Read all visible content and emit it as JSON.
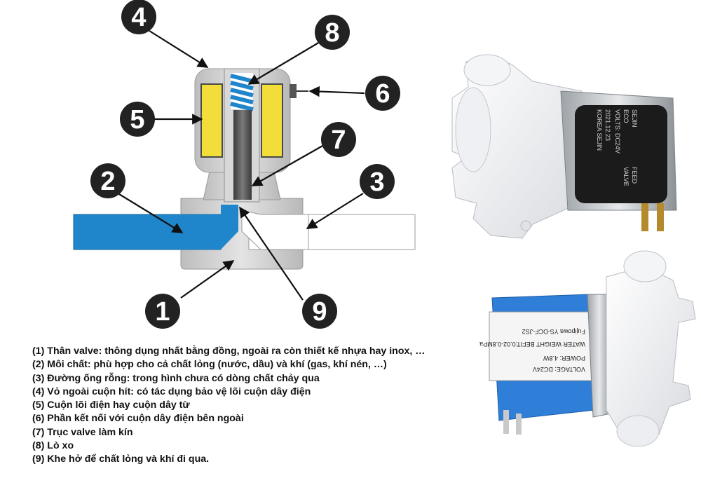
{
  "callouts": [
    "1",
    "2",
    "3",
    "4",
    "5",
    "6",
    "7",
    "8",
    "9"
  ],
  "legend": [
    "(1) Thân valve: thông dụng nhất bằng đồng, ngoài ra còn thiết kế nhựa hay inox, …",
    "(2) Môi chất: phù hợp cho cả chất lỏng (nước, dầu) và khí (gas, khí nén, …)",
    "(3) Đường ống rỗng: trong hình chưa có dòng chất chảy qua",
    "(4) Vỏ ngoài cuộn hít: có tác dụng bảo vệ lõi cuộn dây điện",
    "(5) Cuộn lõi điện hay cuộn dây từ",
    "(6) Phần kết nối với cuộn dây điện bên ngoài",
    "(7) Trục valve làm kín",
    "(8) Lò xo",
    "(9) Khe hở để chất lỏng và khí đi qua."
  ],
  "valve_top_label": [
    "SEJIN",
    "FEED",
    "ECO",
    "VALVE",
    "VOLTS: DC24V",
    "2021.12.23",
    "KOREA SEJIN"
  ],
  "valve_bottom_label": [
    "VOLTAGE: DC24V",
    "POWER: 4.8W",
    "WATER WEIGHT BEFIT:0.02-0.8MPa",
    "Fujipowa YS-DCF-JS2"
  ],
  "colors": {
    "fluid": "#1f86cc",
    "coil": "#f2dd3a",
    "body": "#d2d2d2",
    "callout_circle": "#222222",
    "coil_blue": "#2f7fd8"
  }
}
